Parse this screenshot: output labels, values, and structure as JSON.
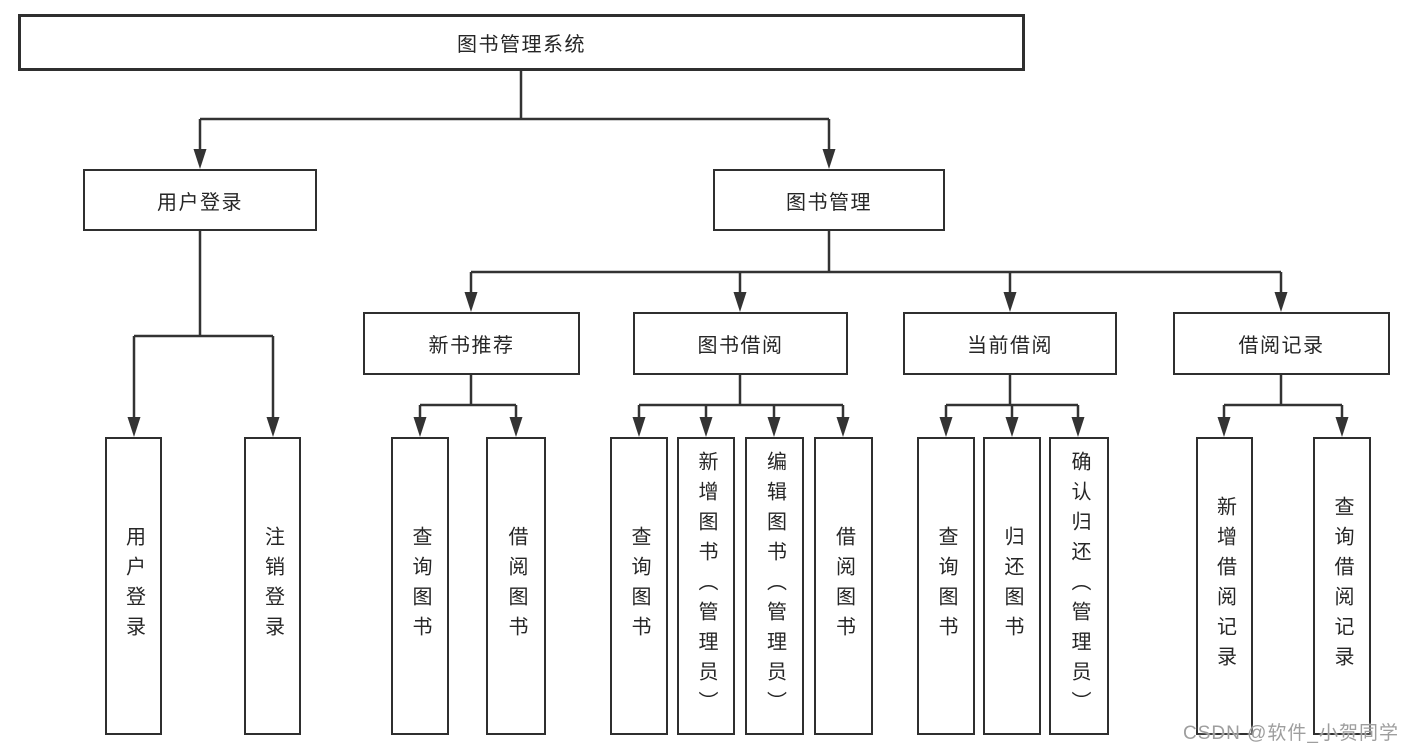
{
  "tree": {
    "root": {
      "label": "图书管理系统",
      "children": [
        {
          "label": "用户登录",
          "children": [
            {
              "label": "用户登录"
            },
            {
              "label": "注销登录"
            }
          ]
        },
        {
          "label": "图书管理",
          "children": [
            {
              "label": "新书推荐",
              "children": [
                {
                  "label": "查询图书"
                },
                {
                  "label": "借阅图书"
                }
              ]
            },
            {
              "label": "图书借阅",
              "children": [
                {
                  "label": "查询图书"
                },
                {
                  "label": "新增图书（管理员）"
                },
                {
                  "label": "编辑图书（管理员）"
                },
                {
                  "label": "借阅图书"
                }
              ]
            },
            {
              "label": "当前借阅",
              "children": [
                {
                  "label": "查询图书"
                },
                {
                  "label": "归还图书"
                },
                {
                  "label": "确认归还（管理员）"
                }
              ]
            },
            {
              "label": "借阅记录",
              "children": [
                {
                  "label": "新增借阅记录"
                },
                {
                  "label": "查询借阅记录"
                }
              ]
            }
          ]
        }
      ]
    }
  },
  "watermark": {
    "text": "CSDN @软件_小贺同学"
  },
  "colors": {
    "line": "#333333",
    "box_border": "#2f2f2f",
    "text": "#262626",
    "watermark": "#9e9e9e",
    "background": "#ffffff"
  }
}
